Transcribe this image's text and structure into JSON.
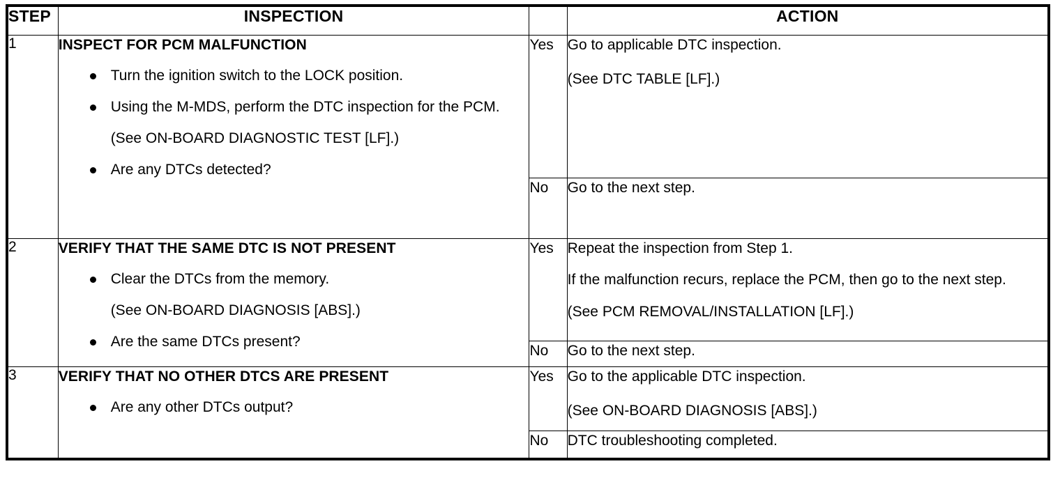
{
  "table": {
    "headers": {
      "step": "STEP",
      "inspection": "INSPECTION",
      "action": "ACTION"
    },
    "rows": [
      {
        "step": "1",
        "inspection": {
          "title": "INSPECT FOR PCM MALFUNCTION",
          "items": [
            {
              "type": "bullet",
              "text": "Turn the ignition switch to the LOCK position."
            },
            {
              "type": "bullet",
              "text": "Using the M-MDS, perform the DTC inspection for the PCM."
            },
            {
              "type": "note",
              "text": "(See ON-BOARD DIAGNOSTIC TEST [LF].)"
            },
            {
              "type": "bullet",
              "text": "Are any DTCs detected?"
            }
          ]
        },
        "results": [
          {
            "judgement": "Yes",
            "lines": [
              "Go to applicable DTC inspection.",
              "(See DTC TABLE [LF].)"
            ]
          },
          {
            "judgement": "No",
            "lines": [
              "Go to the next step."
            ]
          }
        ]
      },
      {
        "step": "2",
        "inspection": {
          "title": "VERIFY THAT THE SAME DTC IS NOT PRESENT",
          "items": [
            {
              "type": "bullet",
              "text": "Clear the DTCs from the memory."
            },
            {
              "type": "note",
              "text": "(See ON-BOARD DIAGNOSIS [ABS].)"
            },
            {
              "type": "bullet",
              "text": "Are the same DTCs present?"
            }
          ]
        },
        "results": [
          {
            "judgement": "Yes",
            "lines": [
              "Repeat the inspection from Step 1.",
              "If the malfunction recurs, replace the PCM, then go to the next step.",
              "(See PCM REMOVAL/INSTALLATION [LF].)"
            ]
          },
          {
            "judgement": "No",
            "lines": [
              "Go to the next step."
            ]
          }
        ]
      },
      {
        "step": "3",
        "inspection": {
          "title": "VERIFY THAT NO OTHER DTCS ARE PRESENT",
          "items": [
            {
              "type": "bullet",
              "text": "Are any other DTCs output?"
            }
          ]
        },
        "results": [
          {
            "judgement": "Yes",
            "lines": [
              "Go to the applicable DTC inspection.",
              "(See ON-BOARD DIAGNOSIS [ABS].)"
            ]
          },
          {
            "judgement": "No",
            "lines": [
              "DTC troubleshooting completed."
            ]
          }
        ]
      }
    ]
  }
}
